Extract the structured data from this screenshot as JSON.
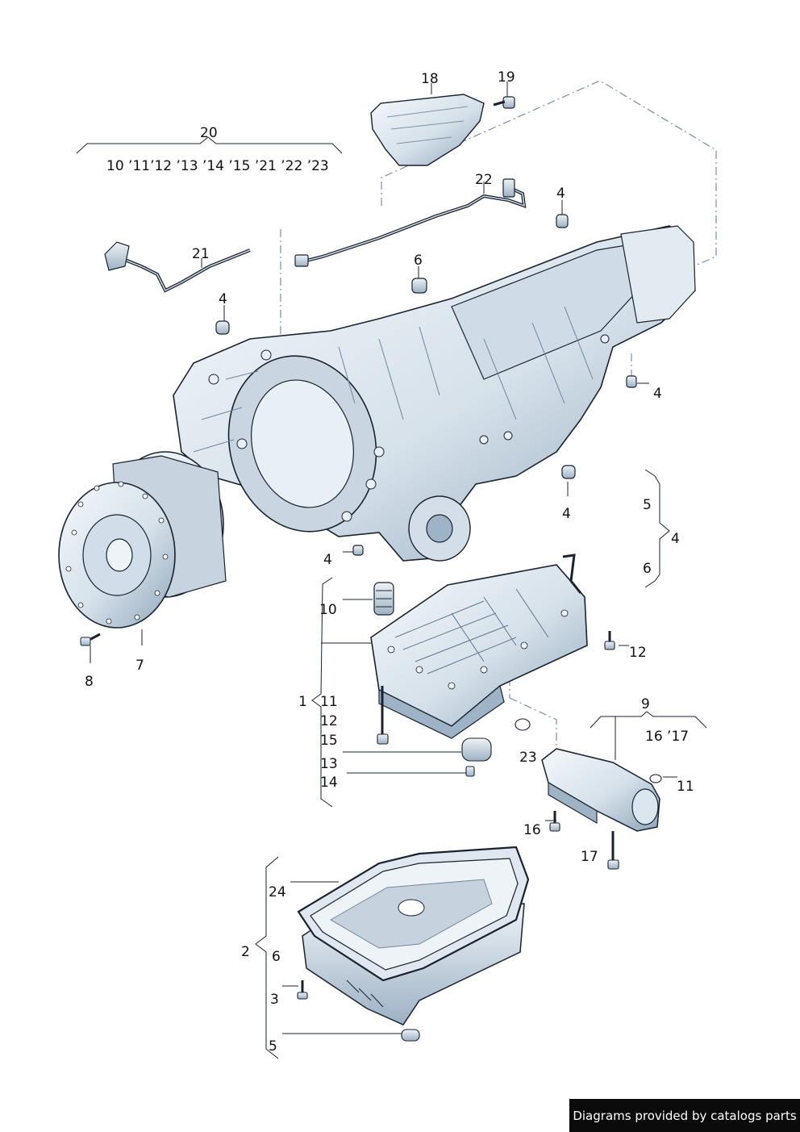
{
  "callouts": {
    "c18": "18",
    "c19": "19",
    "c20": "20",
    "group20_list": "10 ’11’12 ’13 ’14  ’15 ’21 ’22  ’23",
    "c22": "22",
    "c4_top_right": "4",
    "c21": "21",
    "c6_top": "6",
    "c4_left": "4",
    "c4_right_side": "4",
    "c4_mid_right": "4",
    "c4_bottom": "4",
    "brace_right_top": "5",
    "brace_right_mid": "4",
    "brace_right_bottom": "6",
    "c10": "10",
    "c12_right": "12",
    "c8": "8",
    "c7": "7",
    "c1": "1",
    "c11_group": "11",
    "c12_group": "12",
    "c15_group": "15",
    "c13_group": "13",
    "c14_group": "14",
    "c9": "9",
    "group9_list": "16 ’17",
    "c23": "23",
    "c11_right": "11",
    "c16": "16",
    "c17": "17",
    "c24": "24",
    "c2": "2",
    "c6_pan": "6",
    "c3": "3",
    "c5": "5"
  },
  "footer_text": "Diagrams provided by catalogs parts",
  "colors": {
    "line": "#1a2230",
    "part_fill": "#dfe8f0",
    "part_shade": "#9fb3c6",
    "leader_dash": "#7a8ea3"
  }
}
